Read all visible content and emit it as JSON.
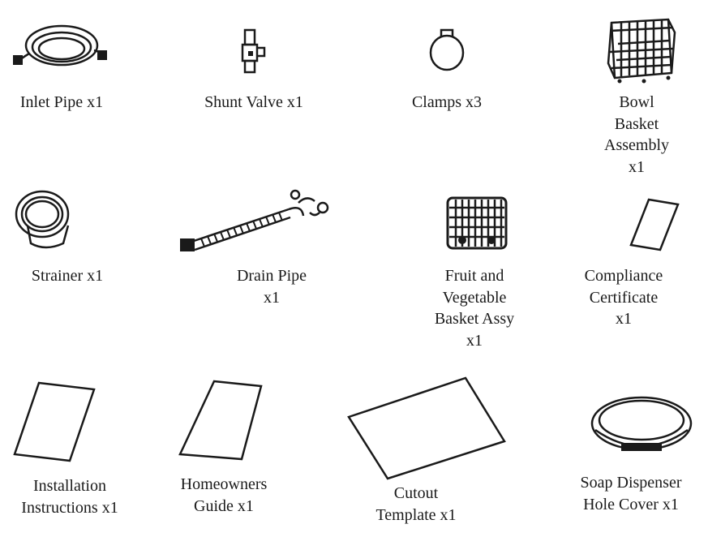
{
  "colors": {
    "ink": "#1a1a1a",
    "background": "#ffffff"
  },
  "items": [
    {
      "icon": "inlet-pipe-icon",
      "label": "Inlet Pipe x1"
    },
    {
      "icon": "shunt-valve-icon",
      "label": "Shunt Valve x1"
    },
    {
      "icon": "clamp-icon",
      "label": "Clamps x3"
    },
    {
      "icon": "bowl-basket-icon",
      "label": "Bowl\nBasket\nAssembly\nx1"
    },
    {
      "icon": "strainer-icon",
      "label": "Strainer x1"
    },
    {
      "icon": "drain-pipe-icon",
      "label": "Drain Pipe\nx1"
    },
    {
      "icon": "fruit-basket-icon",
      "label": "Fruit and\nVegetable\nBasket Assy\nx1"
    },
    {
      "icon": "certificate-icon",
      "label": "Compliance\nCertificate\nx1"
    },
    {
      "icon": "instructions-icon",
      "label": "Installation\nInstructions x1"
    },
    {
      "icon": "guide-icon",
      "label": "Homeowners\nGuide x1"
    },
    {
      "icon": "template-icon",
      "label": "Cutout\nTemplate x1"
    },
    {
      "icon": "hole-cover-icon",
      "label": "Soap Dispenser\nHole Cover x1"
    }
  ]
}
